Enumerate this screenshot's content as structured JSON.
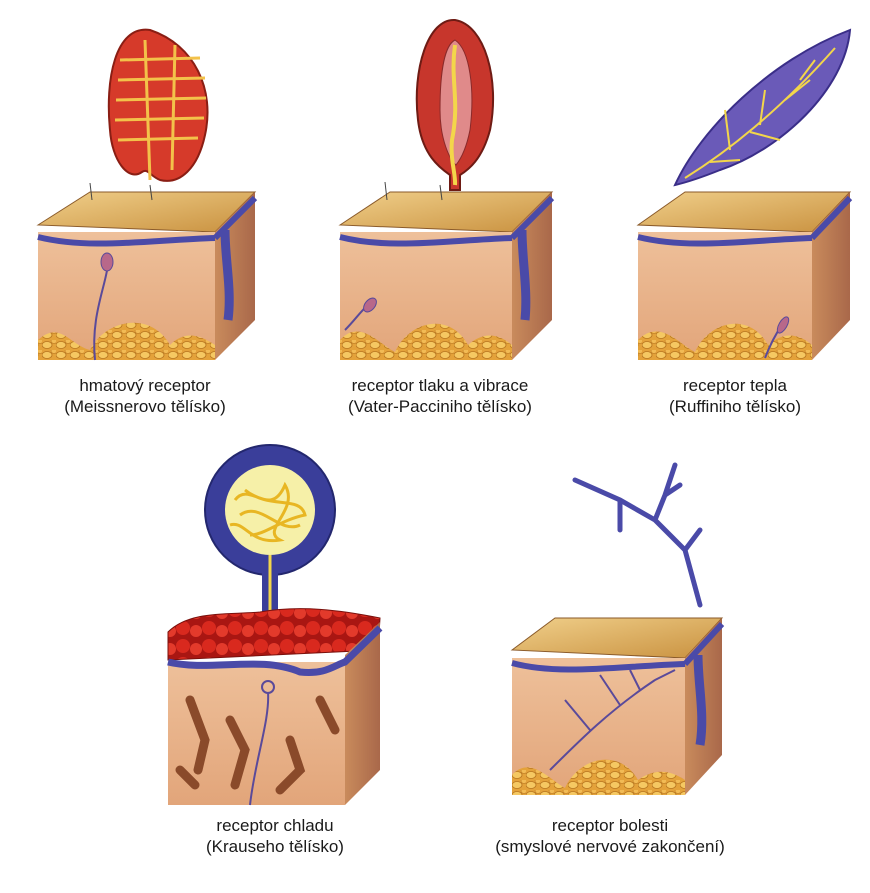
{
  "receptors": [
    {
      "line1": "hmatový receptor",
      "line2": "(Meissnerovo tělísko)"
    },
    {
      "line1": "receptor tlaku a vibrace",
      "line2": "(Vater-Pacciniho tělísko)"
    },
    {
      "line1": "receptor tepla",
      "line2": "(Ruffiniho tělísko)"
    },
    {
      "line1": "receptor chladu",
      "line2": "(Krauseho tělísko)"
    },
    {
      "line1": "receptor bolesti",
      "line2": "(smyslové nervové zakončení)"
    }
  ],
  "colors": {
    "skin_top": "#e3b36a",
    "skin_side": "#e8a87a",
    "dermis": "#edb88e",
    "epidermis_line": "#4a4aa8",
    "fat": "#e8a535",
    "nerve": "#5a4a9a",
    "corpuscle_red": "#d8392c",
    "fiber_yellow": "#f2d64b",
    "cold_surface": "#c8201a"
  }
}
